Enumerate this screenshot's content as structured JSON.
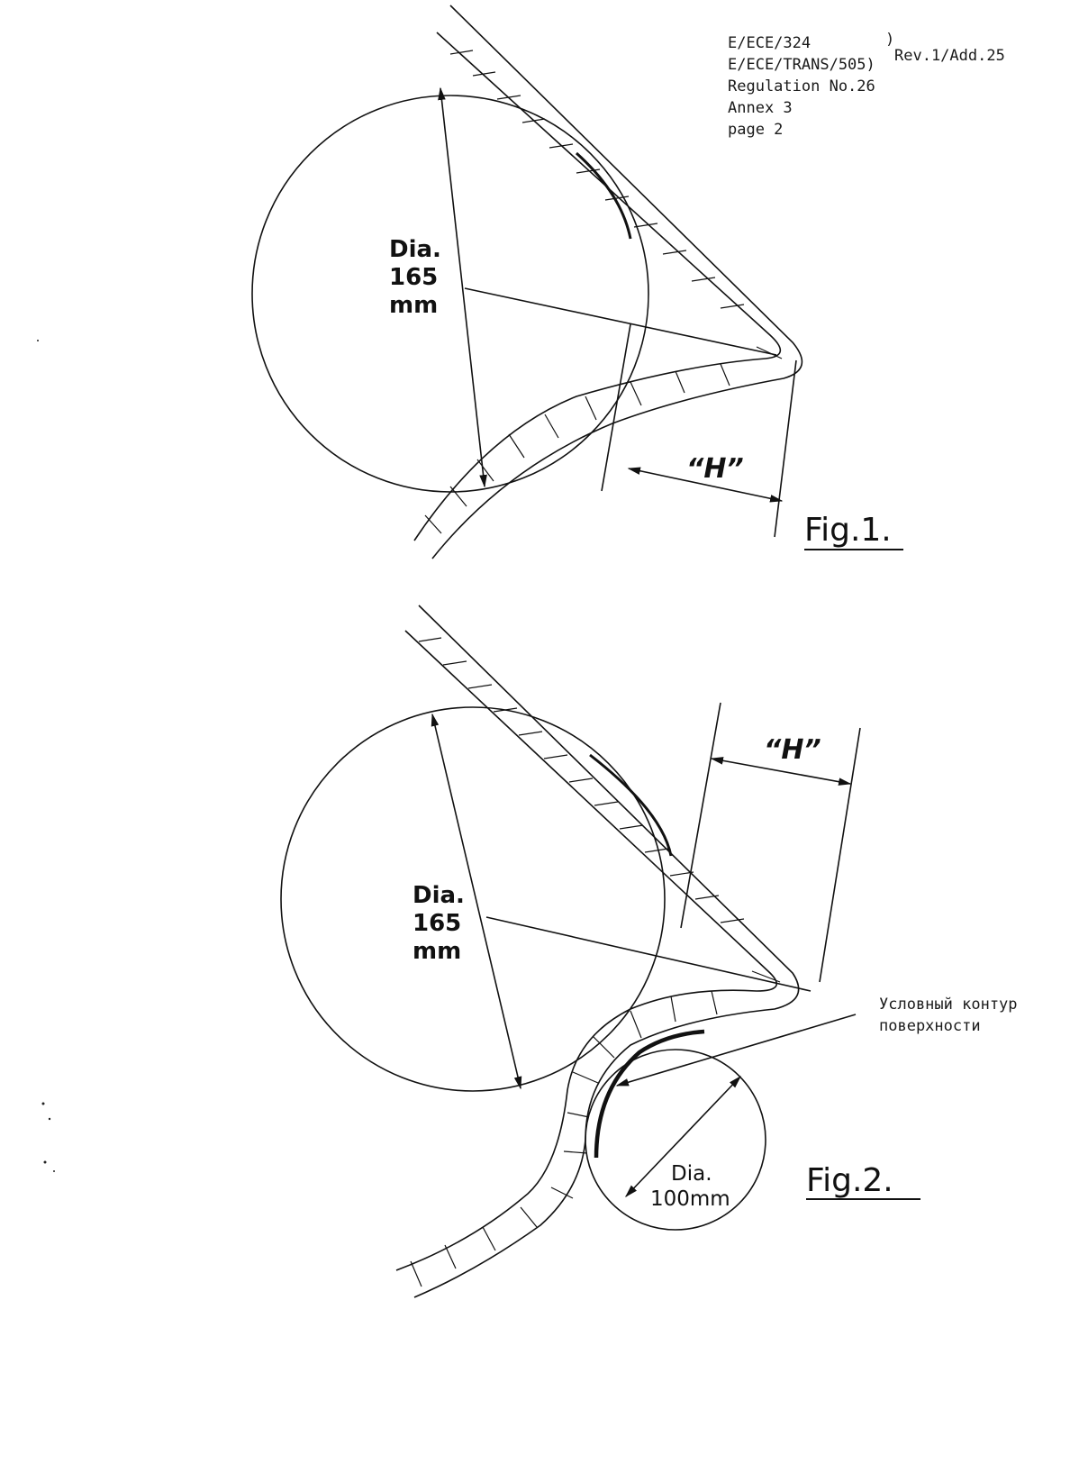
{
  "header": {
    "line1": "E/ECE/324",
    "line2": "E/ECE/TRANS/505",
    "rev": "Rev.1/Add.25",
    "line3": "Regulation No.26",
    "line4": "Annex 3",
    "line5": "page 2"
  },
  "figure1": {
    "dia_label_1": "Dia.",
    "dia_label_2": "165",
    "dia_label_3": "mm",
    "h_label": "“H”",
    "caption": "Fig.1."
  },
  "figure2": {
    "dia_label_1": "Dia.",
    "dia_label_2": "165",
    "dia_label_3": "mm",
    "small_dia_1": "Dia.",
    "small_dia_2": "100mm",
    "h_label": "“H”",
    "caption": "Fig.2.",
    "note_line1": "Условный контур",
    "note_line2": "поверхности"
  },
  "colors": {
    "ink": "#111111",
    "paper": "#ffffff"
  }
}
